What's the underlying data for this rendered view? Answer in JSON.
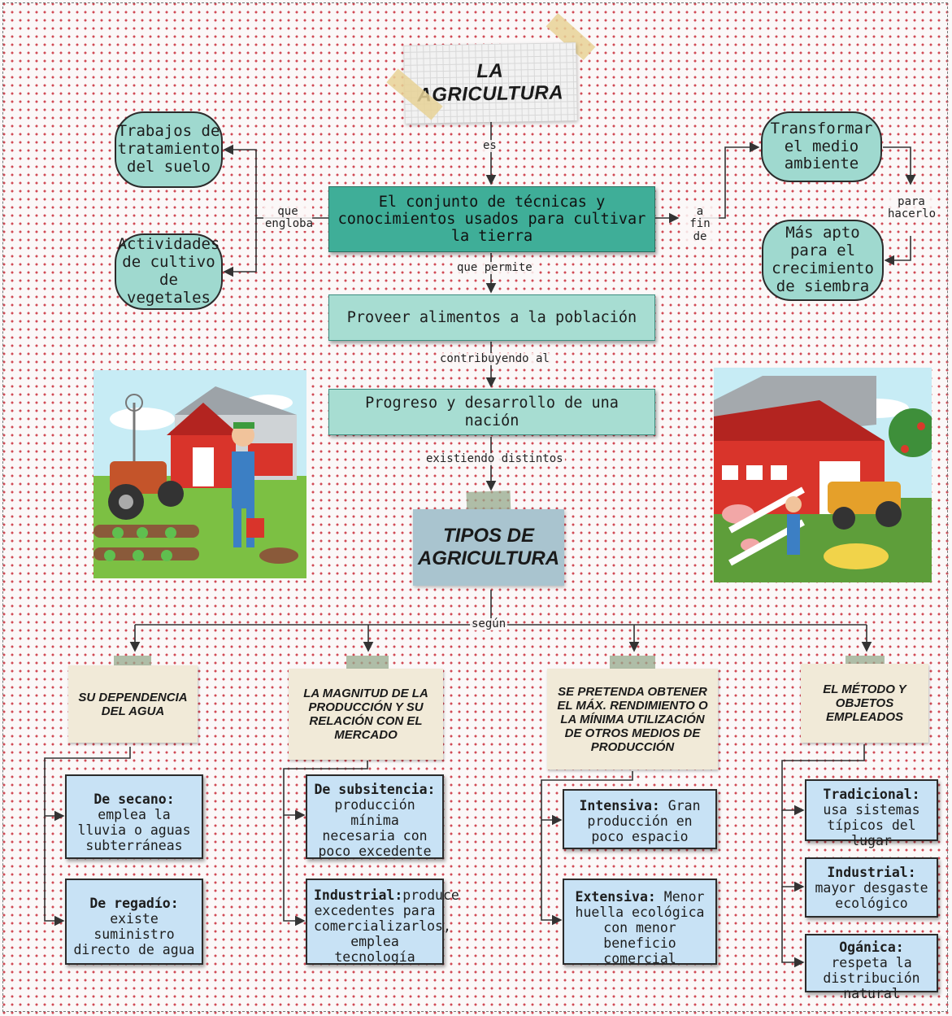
{
  "title": "LA AGRICULTURA",
  "definition": "El conjunto de técnicas y conocimientos usados para cultivar la tierra",
  "left_items": [
    "Trabajos de tratamiento del suelo",
    "Actividades de cultivo de vegetales"
  ],
  "right_items": [
    "Transformar el medio ambiente",
    "Más apto para el crecimiento de siembra"
  ],
  "chain": [
    "Proveer alimentos a la población",
    "Progreso y desarrollo de una nación"
  ],
  "types_title": "TIPOS DE AGRICULTURA",
  "connectors": {
    "es": "es",
    "que_engloba": "que engloba",
    "a_fin_de": "a fin de",
    "para_hacerlo": "para hacerlo",
    "que_permite": "que permite",
    "contribuyendo": "contribuyendo al",
    "existiendo": "existiendo distintos",
    "segun": "según"
  },
  "categories": [
    {
      "title": "SU DEPENDENCIA DEL AGUA",
      "items": [
        {
          "term": "De secano:",
          "desc": " emplea la lluvia o aguas subterráneas"
        },
        {
          "term": "De regadío:",
          "desc": " existe suministro directo de agua"
        }
      ]
    },
    {
      "title": "LA MAGNITUD DE LA PRODUCCIÓN Y SU RELACIÓN CON EL MERCADO",
      "items": [
        {
          "term": "De subsitencia:",
          "desc": " producción mínima necesaria con poco excedente"
        },
        {
          "term": "Industrial:",
          "desc": "produce excedentes para comercializarlos, emplea tecnología"
        }
      ]
    },
    {
      "title": "SE PRETENDA OBTENER EL MÁX. RENDIMIENTO O LA MÍNIMA UTILIZACIÓN DE OTROS MEDIOS DE PRODUCCIÓN",
      "items": [
        {
          "term": "Intensiva:",
          "desc": " Gran producción en poco espacio"
        },
        {
          "term": "Extensiva:",
          "desc": " Menor huella ecológica con menor beneficio comercial"
        }
      ]
    },
    {
      "title": "EL MÉTODO Y OBJETOS EMPLEADOS",
      "items": [
        {
          "term": "Tradicional:",
          "desc": " usa sistemas típicos del lugar"
        },
        {
          "term": "Industrial:",
          "desc": " mayor desgaste ecológico"
        },
        {
          "term": "Ogánica:",
          "desc": " respeta la distribución natural"
        }
      ]
    }
  ],
  "colors": {
    "dots": "#d04a55",
    "oval_fill": "#9fd9cf",
    "definition_fill": "#3fae98",
    "chain_fill": "#a7ddd2",
    "leaf_fill": "#c8e2f5",
    "note_fill": "#f1ead8",
    "types_fill": "#a9c4cf"
  }
}
